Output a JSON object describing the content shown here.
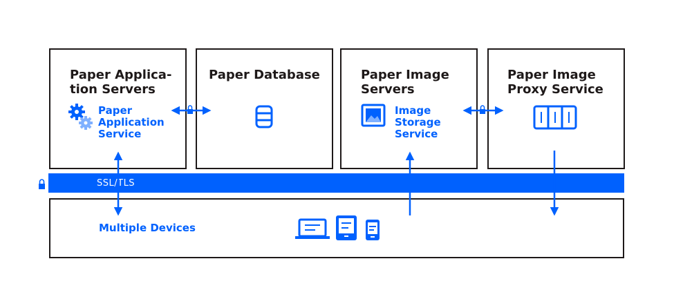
{
  "boxes": {
    "app": {
      "title_line1": "Paper Applica-",
      "title_line2": "tion Servers",
      "service_line1": "Paper",
      "service_line2": "Application",
      "service_line3": "Service"
    },
    "db": {
      "title": "Paper Database"
    },
    "image": {
      "title_line1": "Paper Image",
      "title_line2": "Servers",
      "service_line1": "Image",
      "service_line2": "Storage",
      "service_line3": "Service"
    },
    "proxy": {
      "title_line1": "Paper Image",
      "title_line2": "Proxy Service"
    }
  },
  "band": {
    "label": "SSL/TLS"
  },
  "devices": {
    "label": "Multiple Devices"
  },
  "colors": {
    "accent": "#0061fe",
    "ink": "#1e1919",
    "background": "#ffffff"
  },
  "icons": [
    "gears-icon",
    "database-icon",
    "image-icon",
    "proxy-server-icon",
    "lock-icon",
    "laptop-icon",
    "tablet-icon",
    "phone-icon"
  ]
}
